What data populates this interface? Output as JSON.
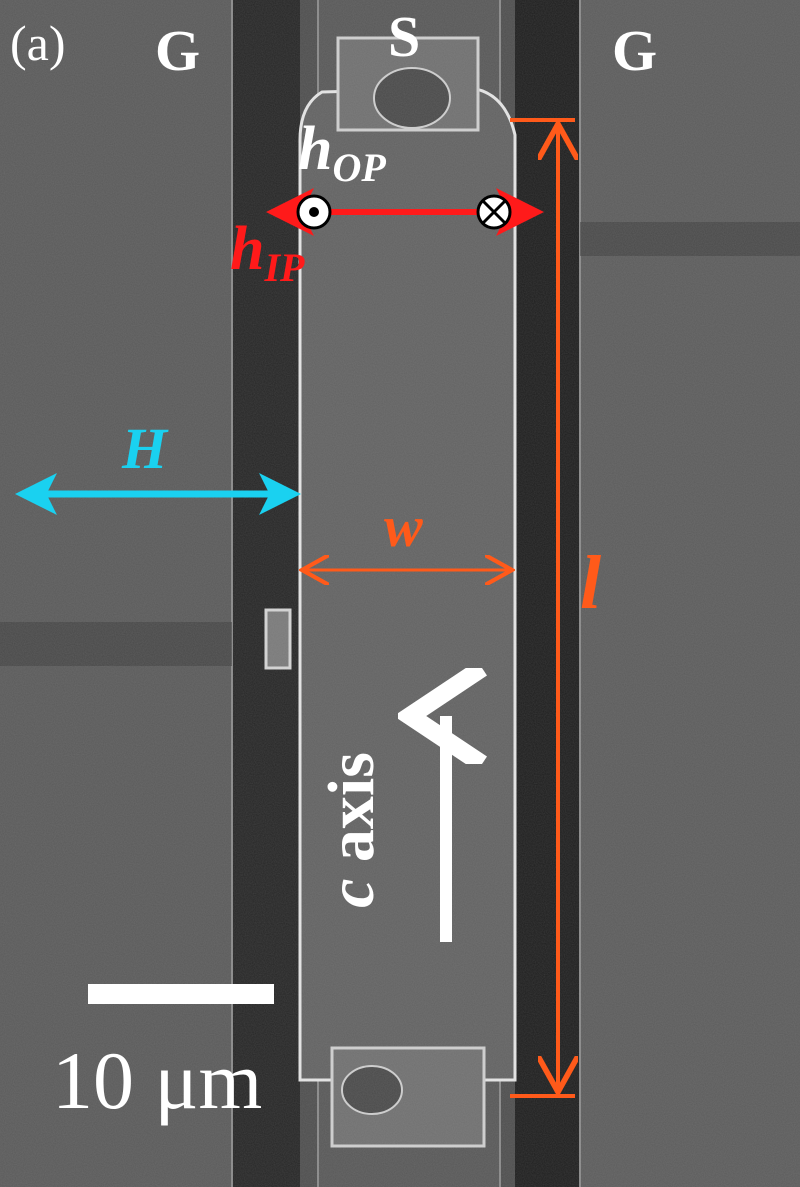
{
  "panel_label": "(a)",
  "electrodes": {
    "ground_left": "G",
    "signal": "S",
    "ground_right": "G"
  },
  "labels": {
    "h_op_base": "h",
    "h_op_sub": "OP",
    "h_ip_base": "h",
    "h_ip_sub": "IP",
    "field": "H",
    "width": "w",
    "length": "l",
    "c_axis_letter": "c",
    "c_axis_word": " axis"
  },
  "scale_bar": {
    "text": "10 μm"
  },
  "colors": {
    "h_ip": "#ff1a1a",
    "h_op": "#ffffff",
    "field": "#1ad1f0",
    "dimension": "#ff5a1a",
    "text": "#ffffff"
  }
}
